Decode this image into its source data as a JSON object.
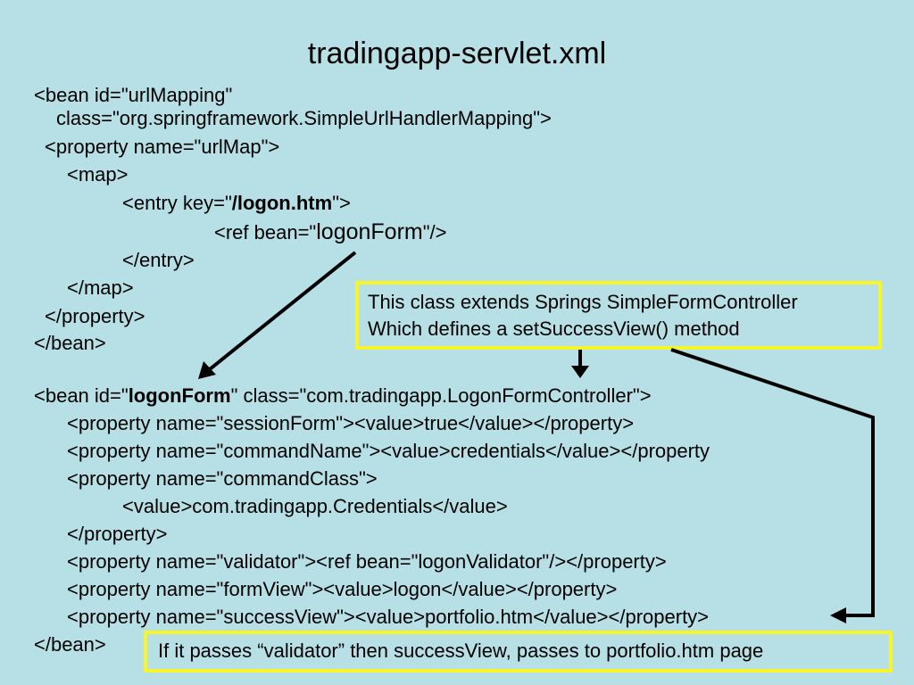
{
  "slide": {
    "title": "tradingapp-servlet.xml",
    "bean1": {
      "line1": "<bean id=\"urlMapping\"",
      "line2": "class=\"org.springframework.SimpleUrlHandlerMapping\">",
      "line3": "<property name=\"urlMap\">",
      "line4": "<map>",
      "line5_pre": "<entry key=\"",
      "line5_key": "/logon.htm",
      "line5_post": "\">",
      "line6_pre": "<ref bean=\"",
      "line6_ref": "logonForm",
      "line6_post": "\"/>",
      "line7": "</entry>",
      "line8": "</map>",
      "line9": "</property>",
      "line10": "</bean>"
    },
    "bean2": {
      "line1_pre": "<bean id=\"",
      "line1_id": "logonForm",
      "line1_post": "\" class=\"com.tradingapp.LogonFormController\">",
      "line2": "<property name=\"sessionForm\"><value>true</value></property>",
      "line3": "<property name=\"commandName\"><value>credentials</value></property",
      "line4": "<property name=\"commandClass\">",
      "line5": "<value>com.tradingapp.Credentials</value>",
      "line6": "</property>",
      "line7": "<property name=\"validator\"><ref bean=\"logonValidator\"/></property>",
      "line8": "<property name=\"formView\"><value>logon</value></property>",
      "line9": "<property name=\"successView\"><value>portfolio.htm</value></property>",
      "line10": "</bean>"
    },
    "callout_top": {
      "line1": "This class extends Springs SimpleFormController",
      "line2": "Which defines a setSuccessView() method"
    },
    "callout_bottom": {
      "text": "If it passes “validator” then successView, passes to portfolio.htm page"
    },
    "colors": {
      "background": "#b7e0e6",
      "callout_border": "#f5f52a",
      "text": "#000000"
    }
  }
}
